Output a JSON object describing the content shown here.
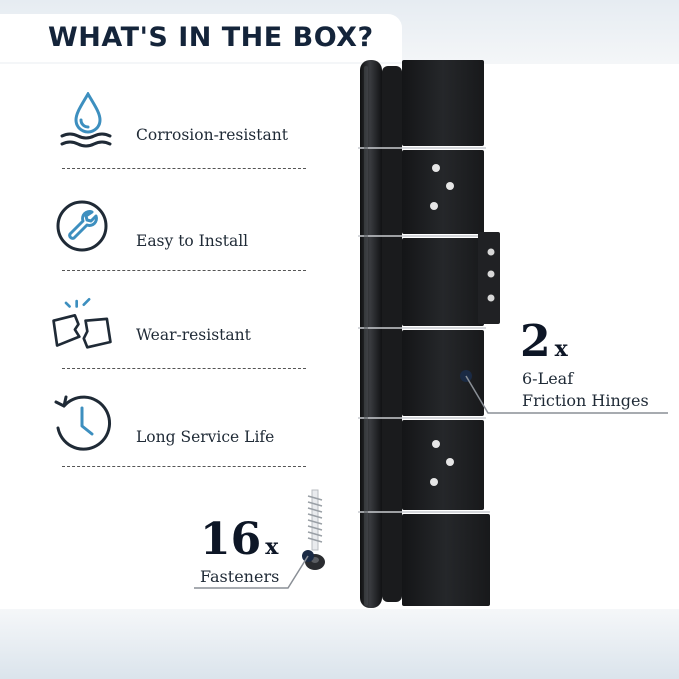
{
  "header": {
    "title": "WHAT'S IN THE BOX?"
  },
  "features": [
    {
      "icon": "water-drop-icon",
      "label": "Corrosion-resistant"
    },
    {
      "icon": "wrench-icon",
      "label": "Easy to Install"
    },
    {
      "icon": "broken-tile-icon",
      "label": "Wear-resistant"
    },
    {
      "icon": "clock-icon",
      "label": "Long Service Life"
    }
  ],
  "hinges": {
    "qty": "2",
    "x": "x",
    "line1": "6-Leaf",
    "line2": "Friction Hinges"
  },
  "fasteners": {
    "qty": "16",
    "x": "x",
    "label": "Fasteners"
  },
  "colors": {
    "title": "#14243a",
    "icon_blue": "#3d8fbf",
    "icon_dark": "#1f2a36",
    "hinge": "#1b1c1e"
  }
}
